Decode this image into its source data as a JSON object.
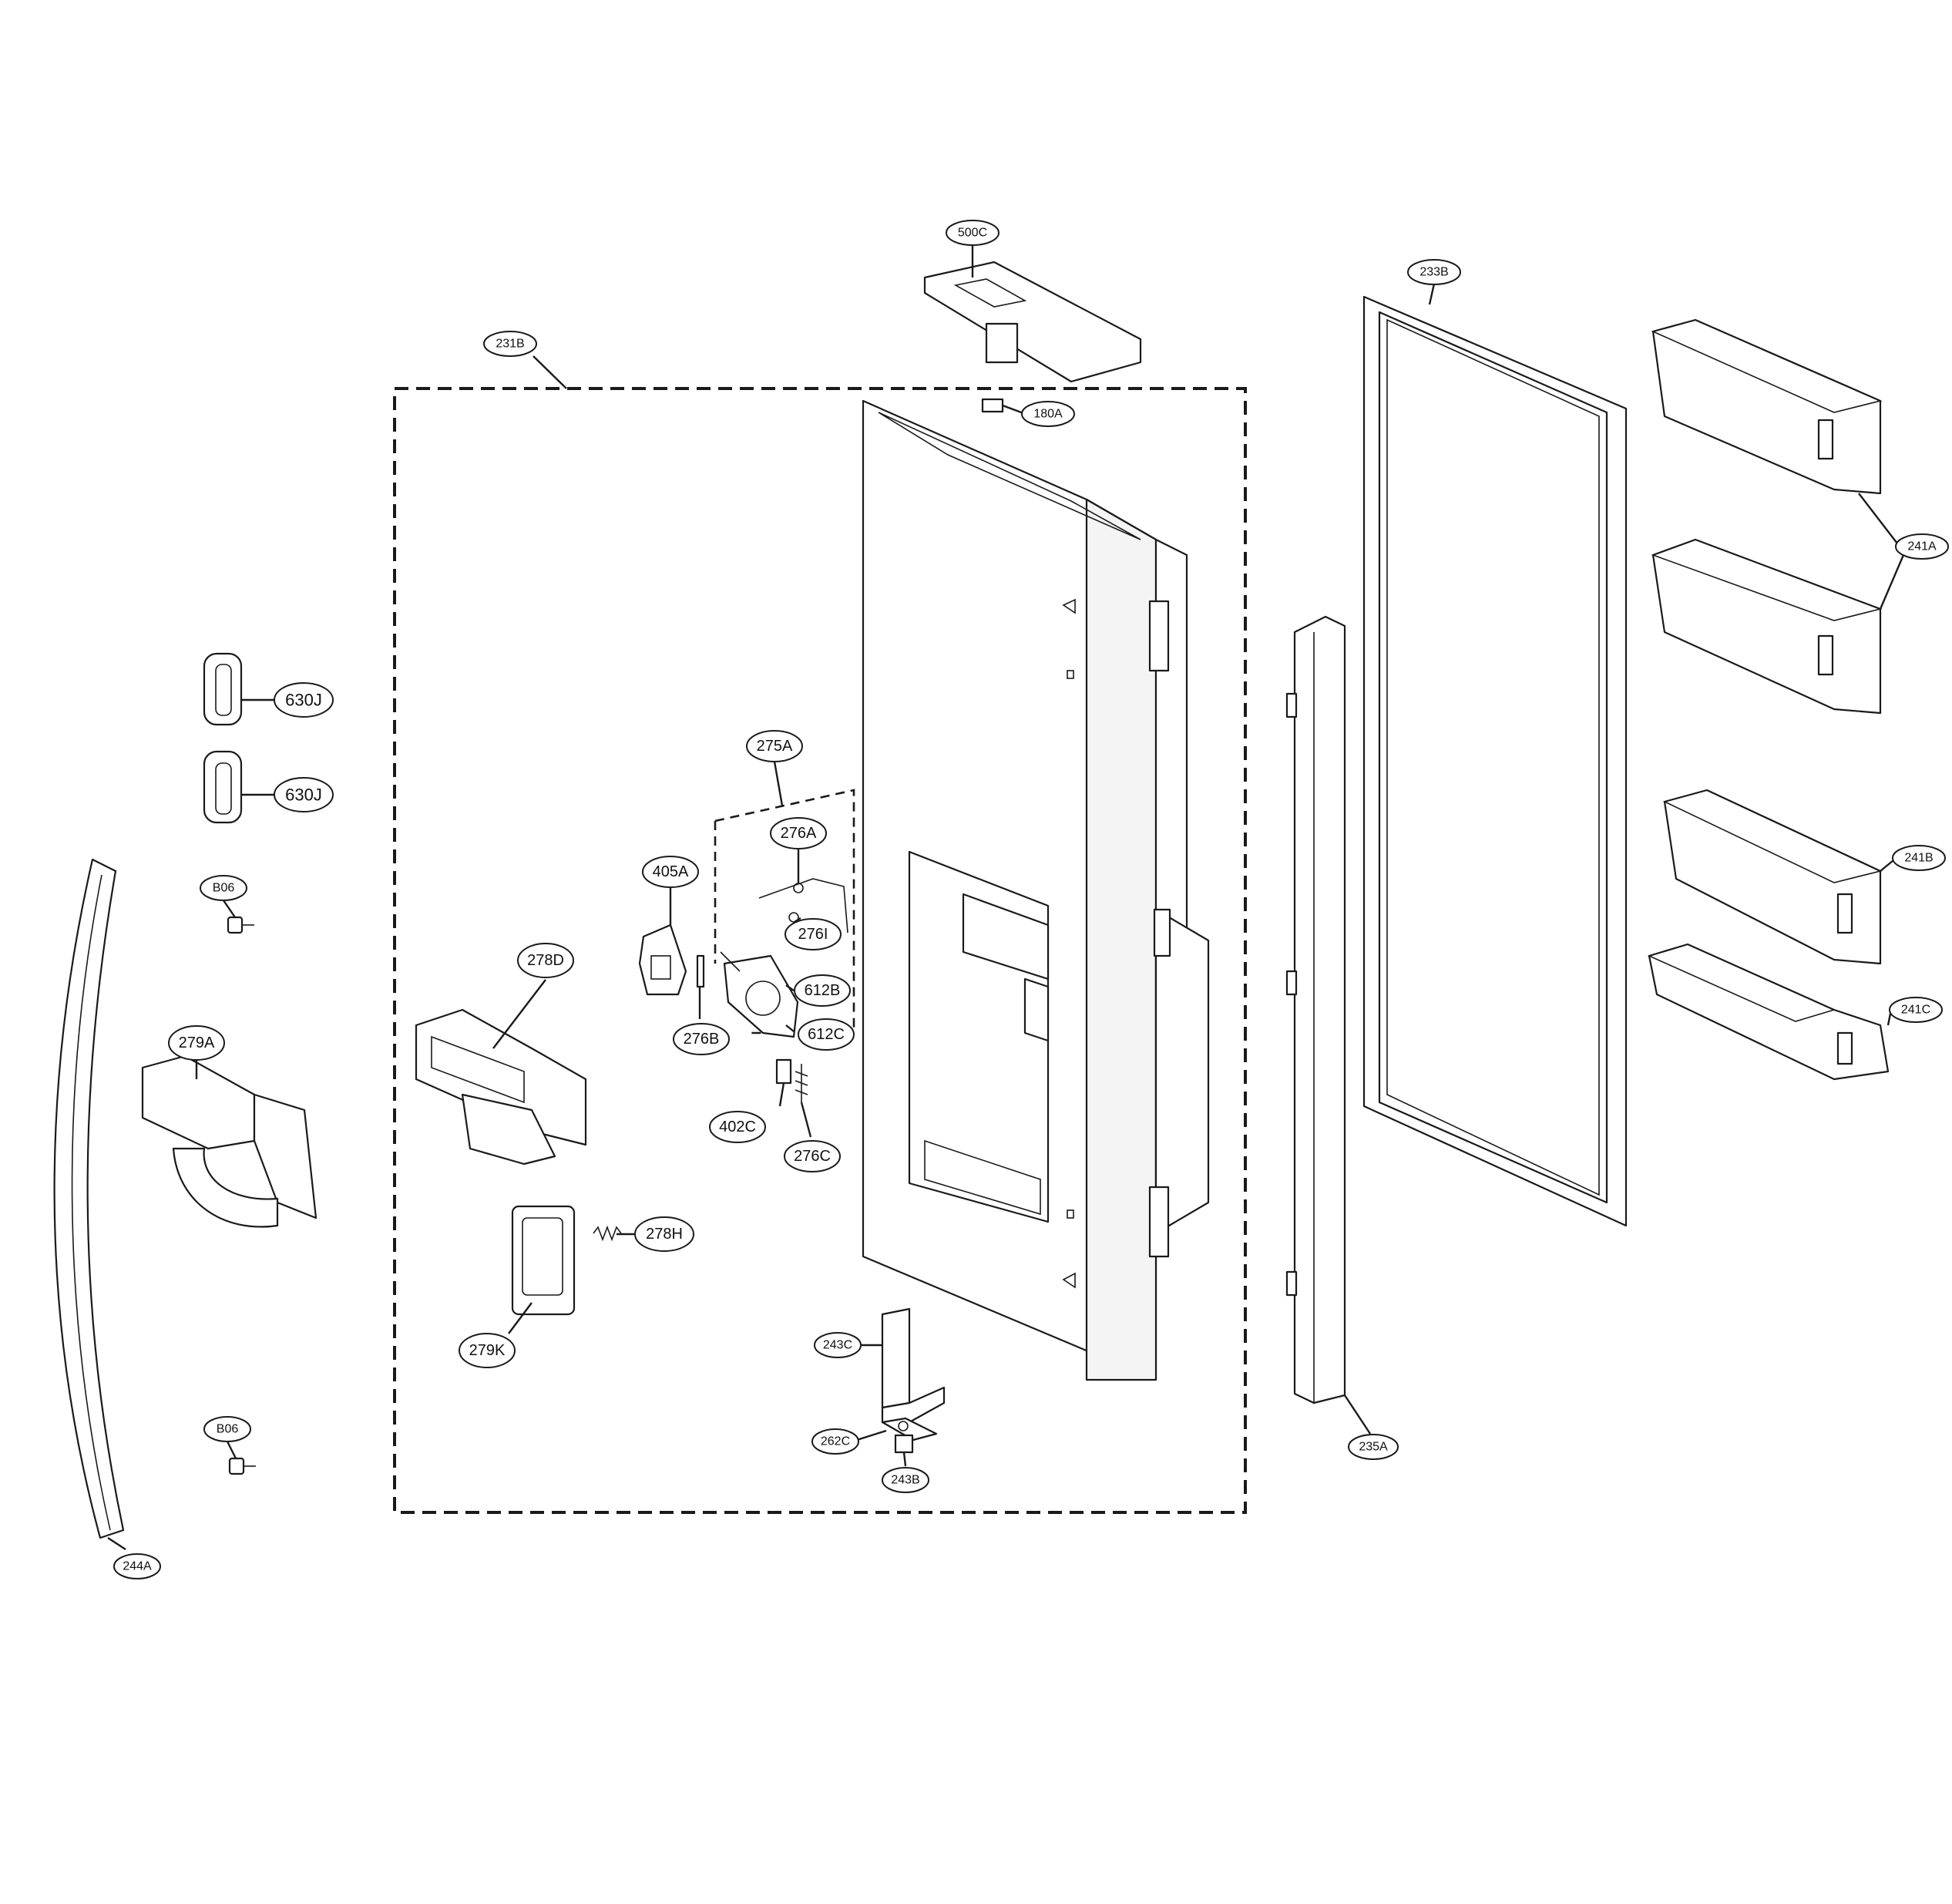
{
  "colors": {
    "ink": "#1a1a1a",
    "paper": "#ffffff"
  },
  "callouts": [
    {
      "id": "500C",
      "label": "500C"
    },
    {
      "id": "231B",
      "label": "231B"
    },
    {
      "id": "180A",
      "label": "180A"
    },
    {
      "id": "233B",
      "label": "233B"
    },
    {
      "id": "241A",
      "label": "241A"
    },
    {
      "id": "241B",
      "label": "241B"
    },
    {
      "id": "241C",
      "label": "241C"
    },
    {
      "id": "630J-1",
      "label": "630J"
    },
    {
      "id": "630J-2",
      "label": "630J"
    },
    {
      "id": "B06-1",
      "label": "B06"
    },
    {
      "id": "B06-2",
      "label": "B06"
    },
    {
      "id": "275A",
      "label": "275A"
    },
    {
      "id": "276A",
      "label": "276A"
    },
    {
      "id": "276I",
      "label": "276I"
    },
    {
      "id": "405A",
      "label": "405A"
    },
    {
      "id": "612B",
      "label": "612B"
    },
    {
      "id": "612C",
      "label": "612C"
    },
    {
      "id": "276B",
      "label": "276B"
    },
    {
      "id": "278D",
      "label": "278D"
    },
    {
      "id": "279A",
      "label": "279A"
    },
    {
      "id": "402C",
      "label": "402C"
    },
    {
      "id": "276C",
      "label": "276C"
    },
    {
      "id": "278H",
      "label": "278H"
    },
    {
      "id": "279K",
      "label": "279K"
    },
    {
      "id": "243C",
      "label": "243C"
    },
    {
      "id": "262C",
      "label": "262C"
    },
    {
      "id": "243B",
      "label": "243B"
    },
    {
      "id": "235A",
      "label": "235A"
    },
    {
      "id": "244A",
      "label": "244A"
    }
  ]
}
